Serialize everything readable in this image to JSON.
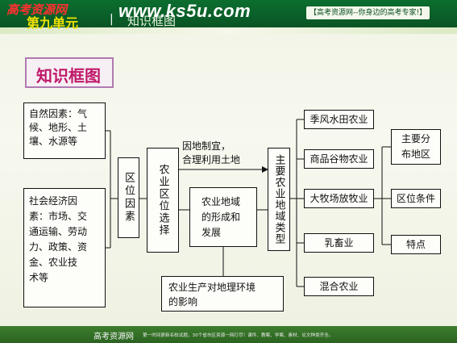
{
  "header": {
    "logo_cn": "高考资源网",
    "logo_en": "www.ks5u.com",
    "slogan": "【高考资源网--你身边的高考专家!】",
    "unit": "第九单元",
    "separator": "|",
    "section": "知识框图"
  },
  "title": "知识框图",
  "diagram": {
    "natural_factors": [
      "自然因素：气",
      "候、地形、土",
      "壤、水源等"
    ],
    "socioeconomic_factors": [
      "社会经济因",
      "素：市场、交",
      "通运输、劳动",
      "力、政策、资",
      "金、农业技",
      "术等"
    ],
    "location_factors": "区位因素",
    "location_choice": "农业区位选择",
    "arrow_label": [
      "因地制宜，",
      "合理利用土地"
    ],
    "formation": [
      "农业地域",
      "的形成和",
      "发展"
    ],
    "environment_impact": [
      "农业生产对地理环境",
      "的影响"
    ],
    "main_types": "主要农业地域类型",
    "types": [
      "季风水田农业",
      "商品谷物农业",
      "大牧场放牧业",
      "乳畜业",
      "混合农业"
    ],
    "aspects": [
      "主要分布地区",
      "区位条件",
      "特点"
    ]
  },
  "footer": {
    "logo": "高考资源网",
    "text": "第一时间更新名校试题，30个省市区资源一网打尽！课件、教案、学案、素材、论文种类齐全。"
  }
}
